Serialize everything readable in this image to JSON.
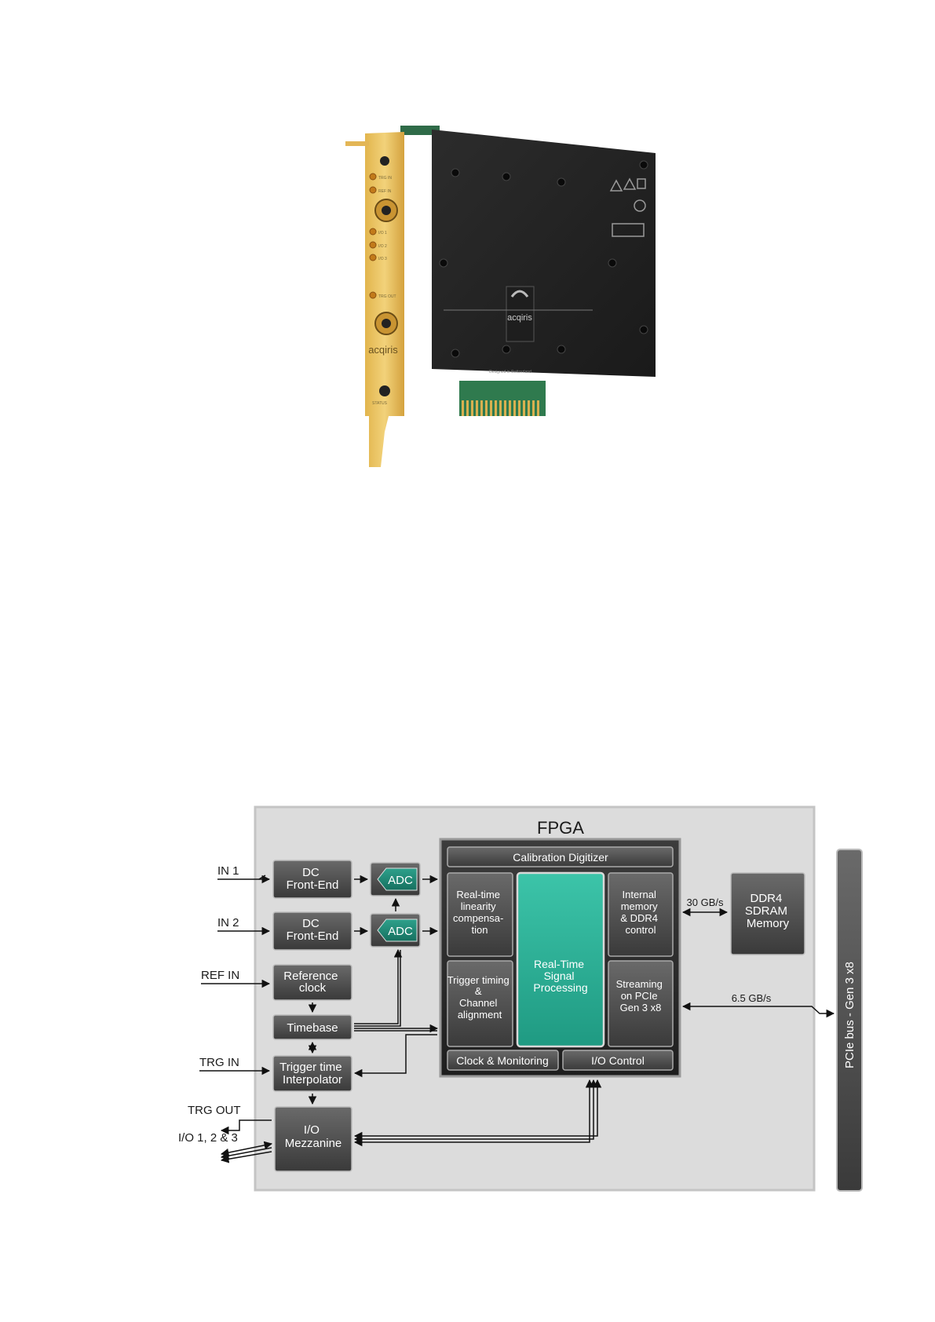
{
  "photo": {
    "bracket_labels": [
      "TRG IN",
      "REF IN",
      "I/O 1",
      "I/O 2",
      "I/O 3",
      "TRG OUT",
      "STATUS"
    ],
    "bracket_brand": "acqiris",
    "card_brand": "acqiris",
    "card_footer": "Designed in Switzerland"
  },
  "diagram": {
    "fpga_title": "FPGA",
    "inputs": {
      "in1": "IN 1",
      "in2": "IN 2",
      "ref_in": "REF IN",
      "trg_in": "TRG IN",
      "trg_out": "TRG OUT",
      "io": "I/O 1, 2 & 3"
    },
    "blocks": {
      "dc1": [
        "DC",
        "Front-End"
      ],
      "dc2": [
        "DC",
        "Front-End"
      ],
      "adc1": "ADC",
      "adc2": "ADC",
      "refclk": [
        "Reference",
        "clock"
      ],
      "timebase": "Timebase",
      "trig_interp": [
        "Trigger time",
        "Interpolator"
      ],
      "io_mezz": [
        "I/O",
        "Mezzanine"
      ],
      "calibration": "Calibration Digitizer",
      "linearity": [
        "Real-time",
        "linearity",
        "compensa-",
        "tion"
      ],
      "trigger_timing": [
        "Trigger timing",
        "&",
        "Channel",
        "alignment"
      ],
      "rtsp": [
        "Real-Time",
        "Signal",
        "Processing"
      ],
      "internal_mem": [
        "Internal",
        "memory",
        "& DDR4",
        "control"
      ],
      "streaming": [
        "Streaming",
        "on PCIe",
        "Gen 3 x8"
      ],
      "clock_mon": "Clock & Monitoring",
      "io_control": "I/O Control",
      "ddr4": [
        "DDR4",
        "SDRAM",
        "Memory"
      ],
      "pcie_bus": "PCIe bus - Gen 3 x8"
    },
    "rates": {
      "mem": "30 GB/s",
      "pcie": "6.5 GB/s"
    },
    "colors": {
      "panel": "#dcdcdc",
      "block_dark": "#4a4a4a",
      "adc_teal": "#1f8a78",
      "rtsp_teal": "#2ab39a"
    }
  }
}
